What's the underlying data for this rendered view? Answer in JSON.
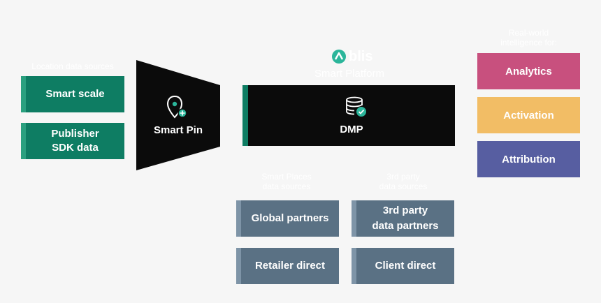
{
  "left": {
    "heading": "Location data sources",
    "smart_scale": "Smart scale",
    "publisher_line1": "Publisher",
    "publisher_line2": "SDK data"
  },
  "funnel": {
    "label": "Smart Pin"
  },
  "platform": {
    "logo_text": "blis",
    "subtitle": "Smart Platform",
    "dmp_label": "DMP"
  },
  "sources": {
    "smart_places_line1": "Smart Places",
    "smart_places_line2": "data sources",
    "third_party_line1": "3rd party",
    "third_party_line2": "data sources",
    "global_partners": "Global partners",
    "third_party_data_line1": "3rd party",
    "third_party_data_line2": "data partners",
    "retailer_direct": "Retailer direct",
    "client_direct": "Client direct"
  },
  "outputs": {
    "heading_line1": "Real-world",
    "heading_line2": "intelligence for:",
    "items": [
      {
        "label": "Analytics",
        "color": "#c8507e"
      },
      {
        "label": "Activation",
        "color": "#f2bd65"
      },
      {
        "label": "Attribution",
        "color": "#575ea1"
      }
    ]
  },
  "colors": {
    "background": "#f6f6f6",
    "green": "#0e7d63",
    "green_accent": "#2aa07f",
    "slate": "#5a7184",
    "slate_accent": "#7e94a7",
    "dark": "#0b0b0b",
    "teal_icon": "#2bb59a"
  }
}
